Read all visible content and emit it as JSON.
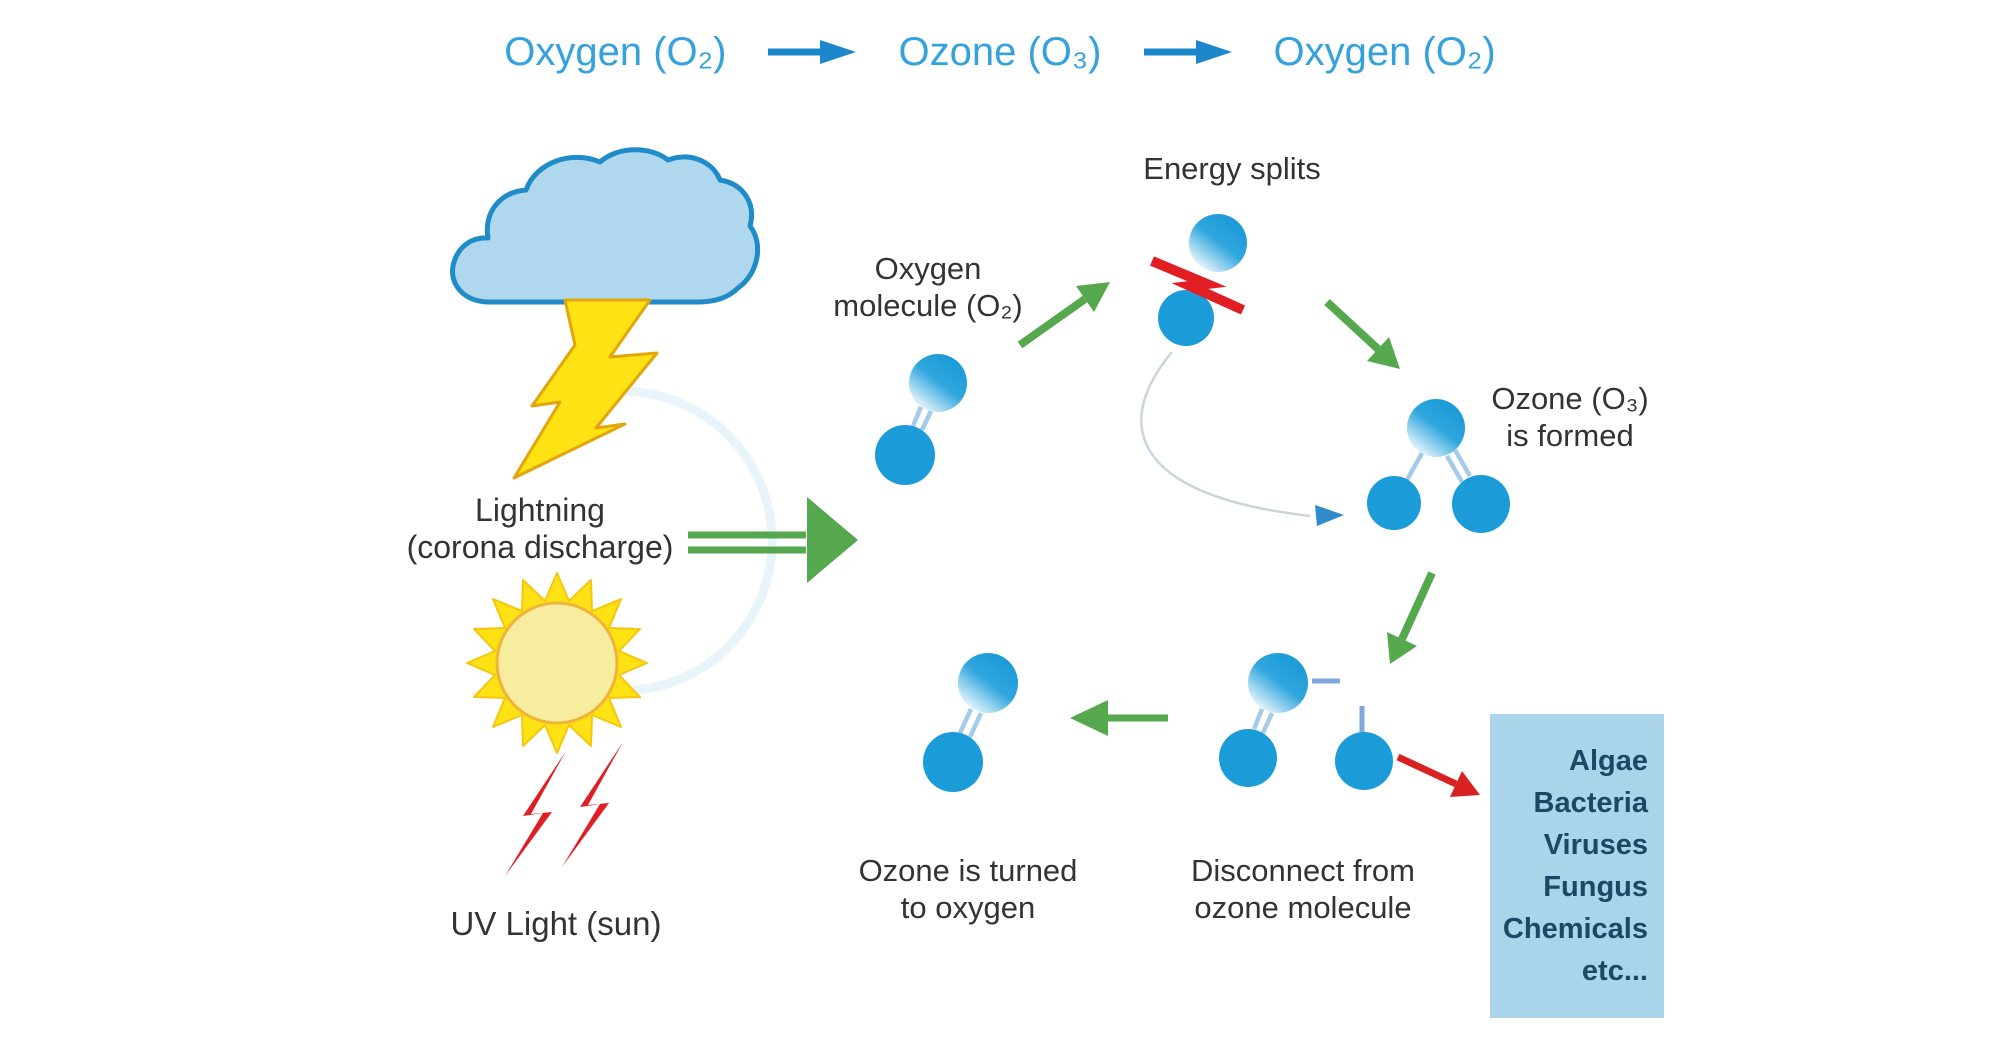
{
  "title": {
    "left": "Oxygen (O₂)",
    "middle": "Ozone (O₃)",
    "right": "Oxygen (O₂)"
  },
  "labels": {
    "lightning": "Lightning\n(corona discharge)",
    "uv_light": "UV Light (sun)",
    "oxygen_molecule": "Oxygen\nmolecule (O₂)",
    "energy_splits": "Energy splits",
    "ozone_formed": "Ozone (O₃)\nis formed",
    "disconnect": "Disconnect from\nozone molecule",
    "ozone_to_oxygen": "Ozone is turned\nto oxygen"
  },
  "target_box": {
    "items": [
      "Algae",
      "Bacteria",
      "Viruses",
      "Fungus",
      "Chemicals",
      "etc..."
    ]
  },
  "colors": {
    "title_blue": "#35A2DB",
    "arrow_blue": "#1C88CB",
    "molecule_blue": "#1B9BD8",
    "bond_blue": "#A5CBE8",
    "stub_blue": "#7FA9DB",
    "cloud_fill": "#AFD8EE",
    "cloud_stroke": "#1F8CC9",
    "lightning_yellow": "#FFE214",
    "lightning_outline": "#E2A60C",
    "sun_inner": "#F6EFAD",
    "uv_red": "#E01E24",
    "green": "#56A84E",
    "box_fill": "#A9D4E9",
    "box_text": "#1E4766",
    "label_text": "#333333"
  }
}
